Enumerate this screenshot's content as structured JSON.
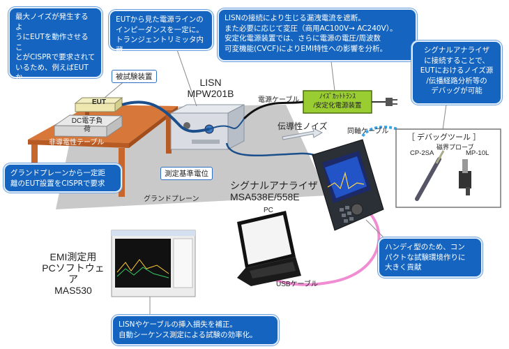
{
  "callouts": {
    "max_noise": "最大ノイズが発生するよ\nうにEUTを動作させるこ\nとがCISPRで要求されて\nいるため、例えばEUTか\nら強制的に定格電流を\n引く。",
    "eut_impedance": "EUTから見た電源ラインの\nインピーダンスを一定に。\nトランジェントリミッタ内蔵。",
    "lisn_leak": "LISNの接続により生じる漏洩電流を遮断。\nまた必要に応じて変圧（商用AC100V→ AC240V）。\n安定化電源装置では、さらに電源の電圧/周波数\n可変機能(CVCF)によりEMI特性への影響を分析。",
    "analyzer_debug": "シグナルアナライザ\nに接続することで、\nEUTにおけるノイズ源\n/伝播経路分析等の\nデバッグが可能",
    "ground_plane": "グランドプレーンから一定距\n離のEUT設置をCISPRで要求",
    "handy": "ハンディ型のため、コン\nパクトな試験環境作りに\n大きく貢献",
    "software_note": "LISNやケーブルの挿入損失を補正。\n自動シーケンス測定による試験の効率化。"
  },
  "labels": {
    "eut_device": "被試験装置",
    "eut": "EUT",
    "dc_load": "DC電子負\n荷",
    "table": "非導電性テーブル",
    "ground_ref": "測定基準電位",
    "ground_plane": "グランドプレーン",
    "lisn": "LISN\nMPW201B",
    "power_cable": "電源ケーブル",
    "noise_cut": "ﾉｲｽﾞｶｯﾄﾄﾗﾝｽ\n/安定化電源装置",
    "conducted_noise": "伝導性ノイズ",
    "coax_cable": "同軸ケーブル",
    "debug_tool": "［ デバッグツール ］",
    "probe_title": "磁界プローブ",
    "probe1": "CP-2SA",
    "probe2": "MP-10L",
    "analyzer": "シグナルアナライザ\nMSA538E/558E",
    "pc": "PC",
    "software": "EMI測定用\nPCソフトウェア\nMAS530",
    "usb_cable": "USBケーブル"
  }
}
